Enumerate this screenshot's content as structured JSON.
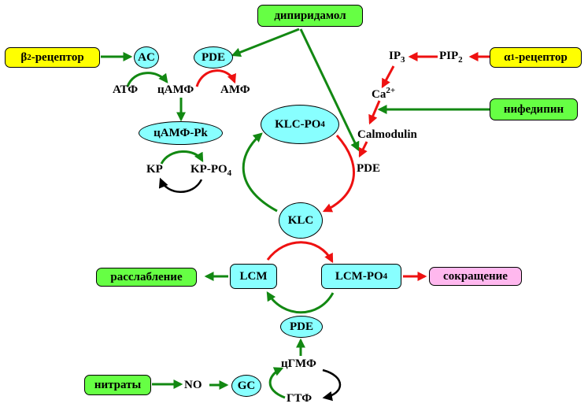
{
  "colors": {
    "green_arrow": "#128812",
    "red_arrow": "#ee1111",
    "black_arrow": "#000000",
    "receptor_fill": "#ffff00",
    "drug_fill": "#66ff44",
    "enzyme_fill": "#88ffff",
    "contraction_fill": "#ffb8ee"
  },
  "receptors": {
    "beta2": {
      "greek": "β",
      "sub": "2",
      "rest": "-рецептор"
    },
    "alpha1": {
      "greek": "α",
      "sub": "1",
      "rest": "-рецептор"
    }
  },
  "drugs": {
    "dipyridamole": "дипиридамол",
    "nifedipine": "нифедипин",
    "nitrates": "нитраты"
  },
  "enzymes": {
    "ac": "AC",
    "pde_top": "PDE",
    "camp_pk": "цАМФ-Pk",
    "klc_po4": {
      "base": "KLC-PO",
      "sub": "4"
    },
    "klc": "KLC",
    "lcm": "LCM",
    "lcm_po4": {
      "base": "LCM-PO",
      "sub": "4"
    },
    "pde_bottom": "PDE",
    "gc": "GC"
  },
  "molecules": {
    "atp": "АТФ",
    "camp": "цАМФ",
    "amp": "АМФ",
    "kp": "KP",
    "kp_po4": {
      "base": "KP-PO",
      "sub": "4"
    },
    "ip3": {
      "base": "IP",
      "sub": "3"
    },
    "pip2": {
      "base": "PIP",
      "sub": "2"
    },
    "ca2": {
      "base": "Ca",
      "sup": "2+"
    },
    "calmodulin": "Calmodulin",
    "pde_right": "PDE",
    "no": "NO",
    "cgmp": "цГМФ",
    "gtp": "ГТФ"
  },
  "outcomes": {
    "relaxation": "расслабление",
    "contraction": "сокращение"
  }
}
